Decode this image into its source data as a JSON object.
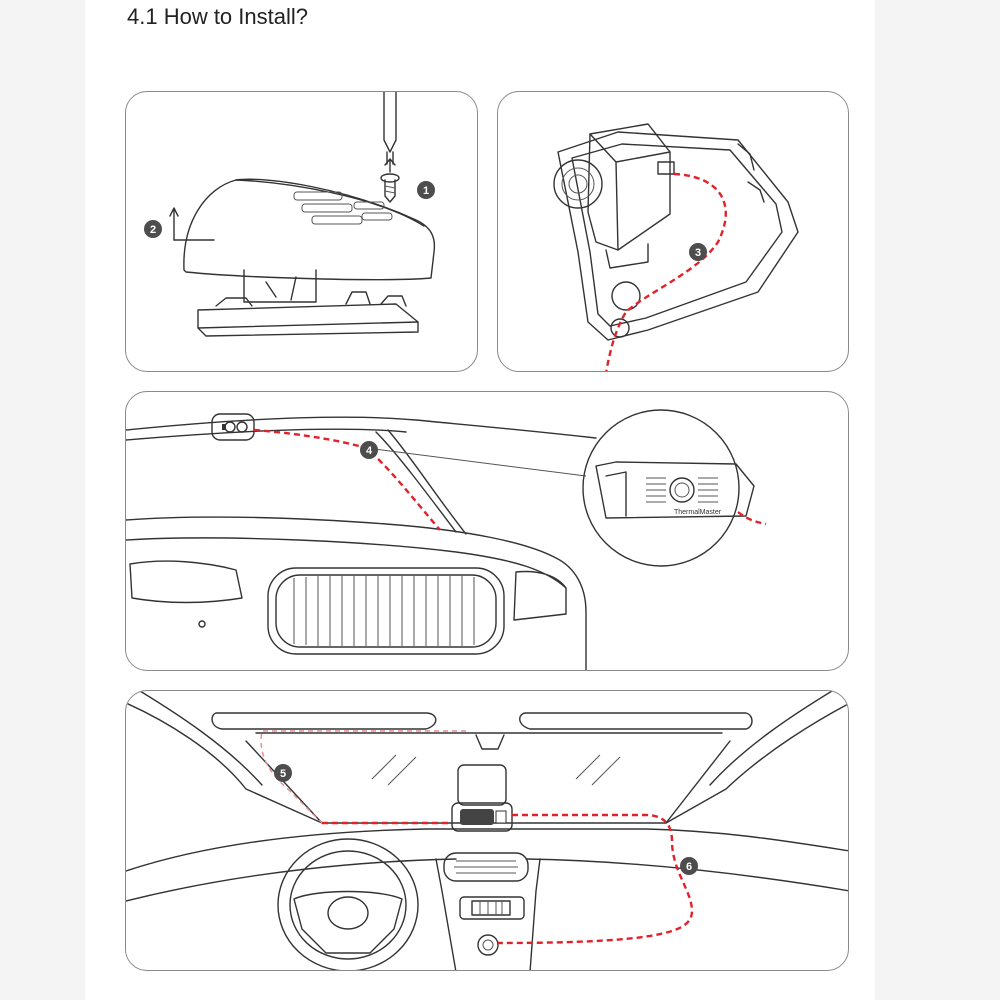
{
  "document": {
    "title": "4.1 How to Install?"
  },
  "steps": [
    "1",
    "2",
    "3",
    "4",
    "5",
    "6"
  ],
  "callout": {
    "brand": "ThermalMaster"
  },
  "colors": {
    "cable": "#e0222a",
    "step_badge": "#4d4d4d",
    "outline": "#333333",
    "side_band": "#f4f4f4"
  }
}
